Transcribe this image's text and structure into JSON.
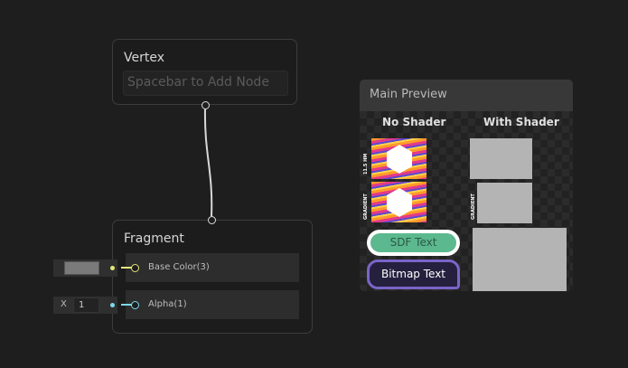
{
  "vertex": {
    "title": "Vertex",
    "placeholder": "Spacebar to Add Node"
  },
  "fragment": {
    "title": "Fragment",
    "ports": [
      {
        "label": "Base Color(3)",
        "color": "#e6e67a"
      },
      {
        "label": "Alpha(1)",
        "color": "#7fd8e8"
      }
    ]
  },
  "inputs": {
    "base_color_swatch": "#7a7a7a",
    "alpha_axis": "X",
    "alpha_value": "1"
  },
  "preview": {
    "title": "Main Preview",
    "col_no_shader": "No Shader",
    "col_with_shader": "With Shader",
    "label_tile": "11.5 HM",
    "label_gradient": "GRADIENT",
    "sdf_text": "SDF Text",
    "bitmap_text": "Bitmap Text"
  }
}
